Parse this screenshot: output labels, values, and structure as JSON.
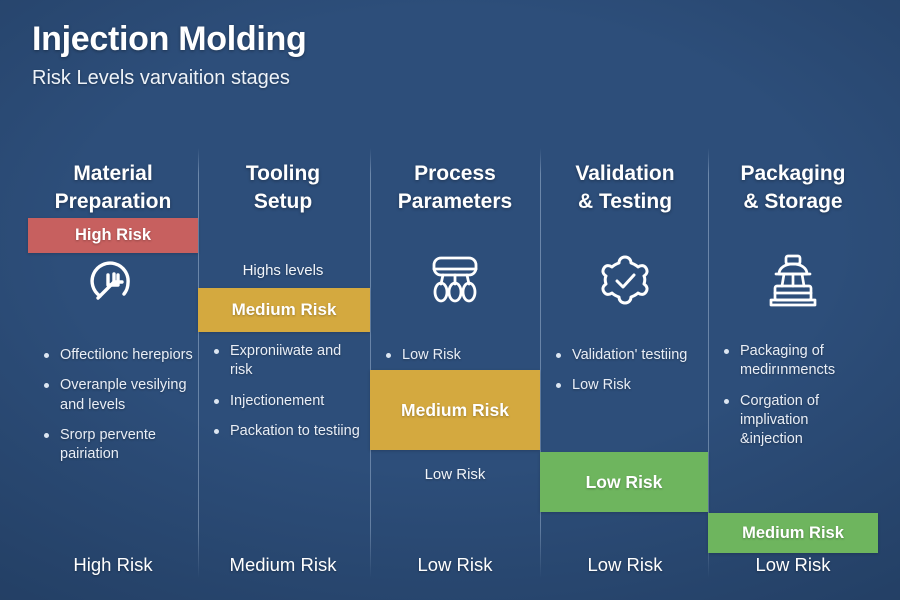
{
  "header": {
    "title": "Injection Molding",
    "subtitle": "Risk Levels varvaition stages"
  },
  "colors": {
    "high_risk": "#c7605f",
    "medium_risk": "#d4a93f",
    "low_risk": "#6eb55e",
    "medium_risk_alt": "#6eb55e",
    "background_blue": "#2d4e7a",
    "divider": "#bacee6"
  },
  "columns": [
    {
      "header": "Material\nPreparation",
      "header_line1": "Material",
      "header_line2": "Preparation",
      "icon": "gauge-arrow-icon",
      "badge": {
        "label": "High Risk",
        "level": "high"
      },
      "plain_label": "",
      "bullets": [
        "Offectilonc herepiors",
        "Overanple vesilying and levels",
        "Srorp pervente pairiation"
      ],
      "footer": "High Risk"
    },
    {
      "header_line1": "Tooling",
      "header_line2": "Setup",
      "icon": "",
      "badge": {
        "label": "Medium Risk",
        "level": "medium"
      },
      "plain_label": "Highs levels",
      "bullets": [
        "Exproniiwate and risk",
        "Injectionement",
        "Packation to testiing"
      ],
      "footer": "Medium Risk"
    },
    {
      "header_line1": "Process",
      "header_line2": "Parameters",
      "icon": "injection-nozzle-icon",
      "badge": {
        "label": "Medium Risk",
        "level": "medium"
      },
      "plain_label": "Low Risk",
      "bullets": [
        "Low Risk"
      ],
      "footer": "Low Risk"
    },
    {
      "header_line1": "Validation",
      "header_line2": "& Testing",
      "icon": "gear-check-icon",
      "badge": {
        "label": "Low Risk",
        "level": "low"
      },
      "plain_label": "",
      "bullets": [
        "Validation' testiing",
        "Low Risk"
      ],
      "footer": "Low Risk"
    },
    {
      "header_line1": "Packaging",
      "header_line2": "& Storage",
      "icon": "stacked-crates-icon",
      "badge": {
        "label": "Medium Risk",
        "level": "medium-green"
      },
      "plain_label": "",
      "bullets": [
        "Packaging of medirınmencts",
        "Corgation of implivation &injection"
      ],
      "footer": "Low Risk"
    }
  ]
}
